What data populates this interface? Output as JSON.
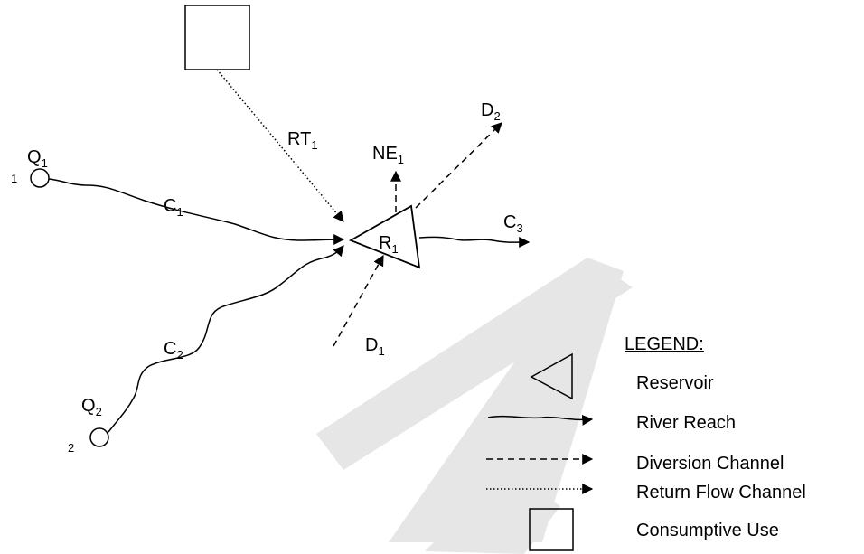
{
  "nodes": {
    "q1": {
      "label": "Q",
      "sub": "1",
      "index": "1"
    },
    "q2": {
      "label": "Q",
      "sub": "2",
      "index": "2"
    },
    "c1": {
      "label": "C",
      "sub": "1"
    },
    "c2": {
      "label": "C",
      "sub": "2"
    },
    "c3": {
      "label": "C",
      "sub": "3"
    },
    "rt1": {
      "label": "RT",
      "sub": "1"
    },
    "ne1": {
      "label": "NE",
      "sub": "1"
    },
    "d1": {
      "label": "D",
      "sub": "1"
    },
    "d2": {
      "label": "D",
      "sub": "2"
    },
    "r1": {
      "label": "R",
      "sub": "1"
    }
  },
  "legend": {
    "title": "LEGEND:",
    "items": [
      {
        "label": "Reservoir",
        "symbol": "triangle"
      },
      {
        "label": "River Reach",
        "symbol": "wavy-arrow"
      },
      {
        "label": "Diversion Channel",
        "symbol": "dashed-arrow"
      },
      {
        "label": "Return Flow Channel",
        "symbol": "dotted-arrow"
      },
      {
        "label": "Consumptive Use",
        "symbol": "square"
      }
    ]
  },
  "watermark": "DRAFT"
}
